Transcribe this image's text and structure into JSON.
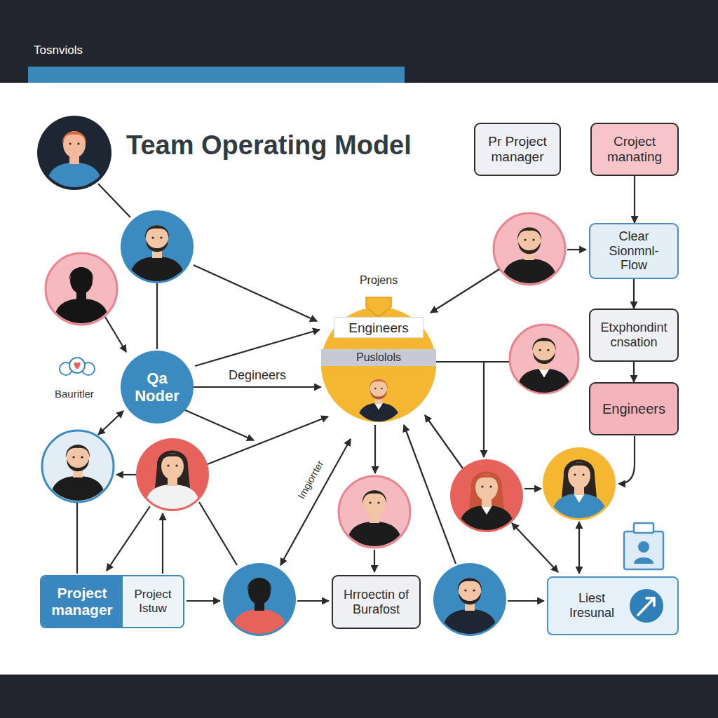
{
  "diagram": {
    "title": "Team Operating Model",
    "nodes": [
      {
        "text": [
          "Pr Project manager"
        ]
      },
      {
        "text": [
          "Croject manating"
        ]
      },
      {
        "text": [
          "Clear Sionmnl- Flow"
        ]
      },
      {
        "text": [
          "Projens",
          "Engineers",
          "Puslolols"
        ]
      },
      {
        "text": [
          "Etxphondint cnsation"
        ]
      },
      {
        "text": [
          "Qa Noder"
        ]
      },
      {
        "text": [
          "Engineers"
        ]
      },
      {
        "text": [
          "Project manager",
          "Project Istuw"
        ]
      },
      {
        "text": [
          "Hrroectin of Burafost"
        ]
      },
      {
        "text": [
          "Liest Iresunal"
        ]
      }
    ],
    "edges": [
      {
        "from": 1,
        "to": 2,
        "arrow": "to"
      },
      {
        "from": 2,
        "to": 4,
        "arrow": "to"
      },
      {
        "from": 4,
        "to": 6,
        "arrow": "to"
      },
      {
        "from": 5,
        "to": 3,
        "label": "Degineers",
        "arrow": "to"
      }
    ],
    "labels": [
      "Tosnviols",
      "Bauritler",
      "Imgiorrter"
    ]
  }
}
